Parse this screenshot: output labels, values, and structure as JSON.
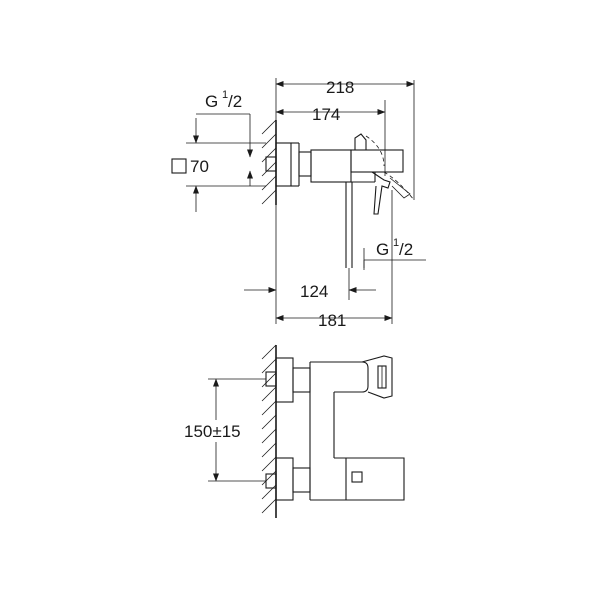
{
  "dimensions": {
    "overall_width": "218",
    "spout_width": "174",
    "thread_top": "G",
    "thread_top_sup": "1",
    "thread_top_sub": "/2",
    "escutcheon": "70",
    "thread_bottom": "G",
    "thread_bottom_sup": "1",
    "thread_bottom_sub": "/2",
    "outlet_distance": "124",
    "body_depth": "181",
    "center_distance": "150±15"
  },
  "colors": {
    "line": "#1a1a1a",
    "background": "#ffffff"
  }
}
